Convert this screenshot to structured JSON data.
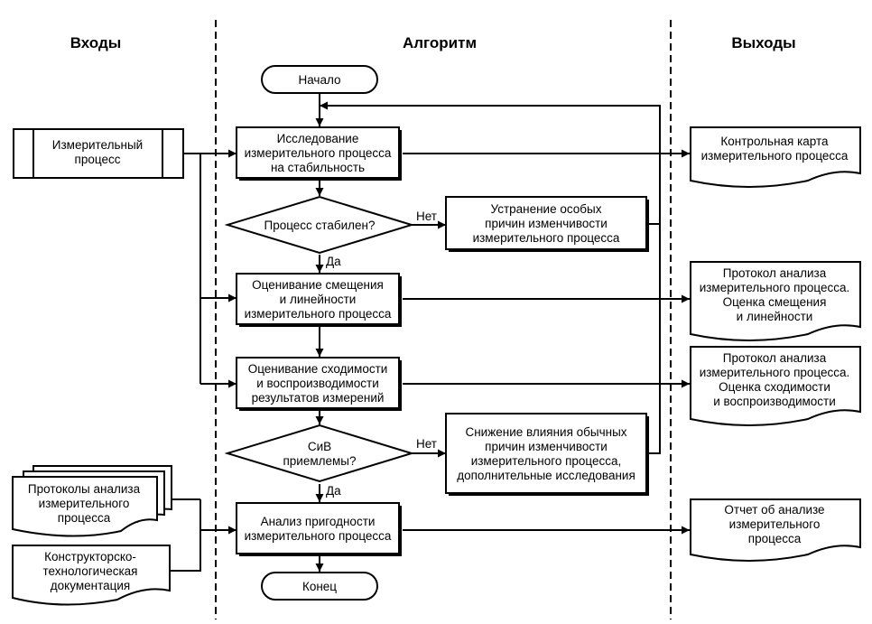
{
  "columns": {
    "inputs": "Входы",
    "algorithm": "Алгоритм",
    "outputs": "Выходы"
  },
  "flow": {
    "start": "Начало",
    "end": "Конец",
    "step1": [
      "Исследование",
      "измерительного процесса",
      "на стабильность"
    ],
    "decision1": [
      "Процесс стабилен?"
    ],
    "step2": [
      "Оценивание смещения",
      "и линейности",
      "измерительного процесса"
    ],
    "step3": [
      "Оценивание сходимости",
      "и воспроизводимости",
      "результатов измерений"
    ],
    "decision2": [
      "СиВ",
      "приемлемы?"
    ],
    "step4": [
      "Анализ пригодности",
      "измерительного процесса"
    ],
    "side1": [
      "Устранение особых",
      "причин изменчивости",
      "измерительного процесса"
    ],
    "side2": [
      "Снижение влияния обычных",
      "причин изменчивости",
      "измерительного процесса,",
      "дополнительные исследования"
    ],
    "yes": "Да",
    "no": "Нет"
  },
  "inputs": {
    "process": [
      "Измерительный",
      "процесс"
    ],
    "protocols": [
      "Протоколы анализа",
      "измерительного",
      "процесса"
    ],
    "docs": [
      "Конструкторско-",
      "технологическая",
      "документация"
    ]
  },
  "outputs": {
    "out1": [
      "Контрольная карта",
      "измерительного процесса"
    ],
    "out2": [
      "Протокол анализа",
      "измерительного процесса.",
      "Оценка смещения",
      "и линейности"
    ],
    "out3": [
      "Протокол анализа",
      "измерительного процесса.",
      "Оценка сходимости",
      "и воспроизводимости"
    ],
    "out4": [
      "Отчет об анализе",
      "измерительного",
      "процесса"
    ]
  }
}
